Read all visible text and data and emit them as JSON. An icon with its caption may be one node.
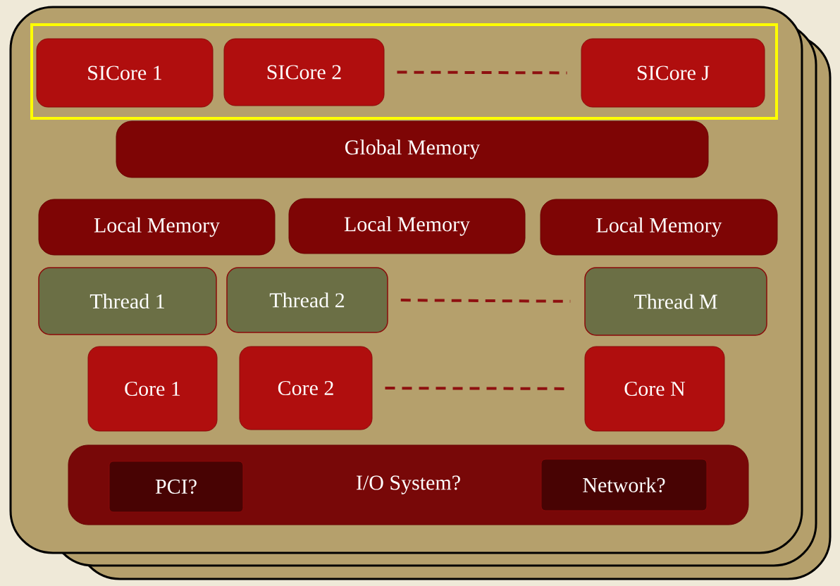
{
  "diagram": {
    "nodes": [
      {
        "text": [],
        "shape": "box"
      },
      {
        "text": [],
        "shape": "box",
        "in": 0
      },
      {
        "text": [
          "SICore 1"
        ],
        "in": 1
      },
      {
        "text": [
          "SICore 2"
        ],
        "in": 1
      },
      {
        "text": [
          "SICore J"
        ],
        "in": 1
      },
      {
        "text": [
          "Global Memory"
        ],
        "in": 0
      },
      {
        "text": [
          "Local Memory"
        ],
        "in": 0
      },
      {
        "text": [
          "Local Memory"
        ],
        "in": 0
      },
      {
        "text": [
          "Local Memory"
        ],
        "in": 0
      },
      {
        "text": [
          "Thread 1"
        ],
        "in": 0
      },
      {
        "text": [
          "Thread 2"
        ],
        "in": 0
      },
      {
        "text": [
          "Thread M"
        ],
        "in": 0
      },
      {
        "text": [
          "Core 1"
        ],
        "in": 0
      },
      {
        "text": [
          "Core 2"
        ],
        "in": 0
      },
      {
        "text": [
          "Core N"
        ],
        "in": 0
      },
      {
        "text": [
          "I/O System?"
        ],
        "in": 0
      },
      {
        "text": [
          "PCI?"
        ],
        "in": 15
      },
      {
        "text": [
          "Network?"
        ],
        "in": 15
      }
    ],
    "edges": [
      {
        "from": 3,
        "to": 4,
        "arrow": "none",
        "style": "dashed"
      },
      {
        "from": 10,
        "to": 11,
        "arrow": "none",
        "style": "dashed"
      },
      {
        "from": 13,
        "to": 14,
        "arrow": "none",
        "style": "dashed"
      }
    ]
  }
}
